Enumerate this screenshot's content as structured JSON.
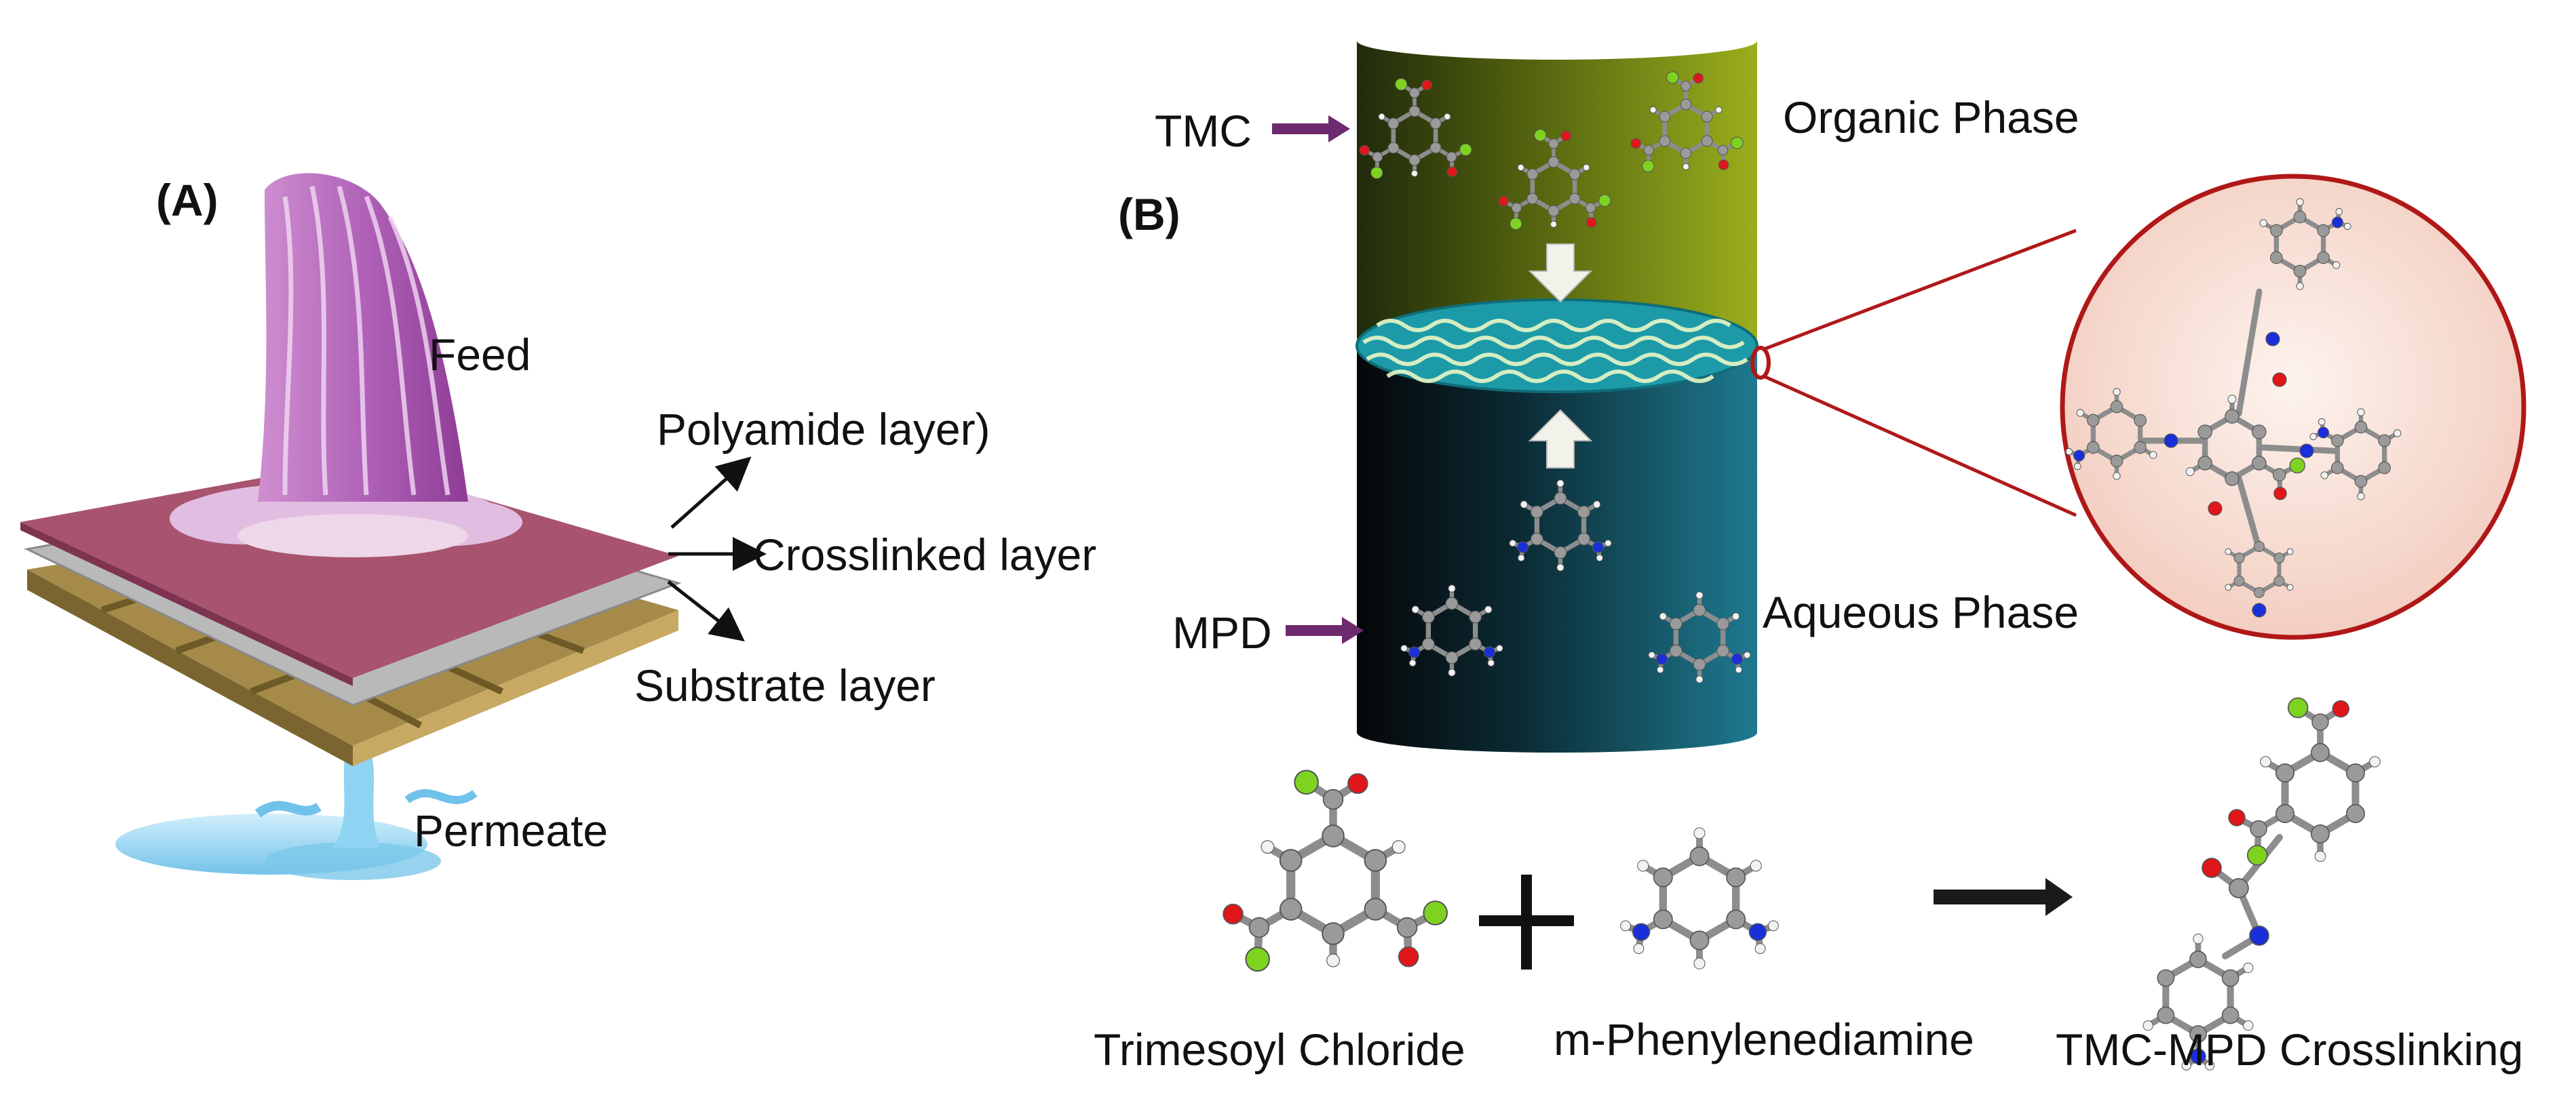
{
  "panel_a": {
    "label": "(A)",
    "feed": "Feed",
    "polyamide": "Polyamide layer)",
    "crosslinked": "Crosslinked layer",
    "substrate": "Substrate layer",
    "permeate": "Permeate"
  },
  "panel_b": {
    "label": "(B)",
    "tmc": "TMC",
    "mpd": "MPD",
    "organic": "Organic Phase",
    "aqueous": "Aqueous Phase"
  },
  "reaction": {
    "reactant1": "Trimesoyl Chloride",
    "reactant2": "m-Phenylenediamine",
    "product": "TMC-MPD Crosslinking"
  },
  "colors": {
    "membrane_top": "#a8546e",
    "organic_phase": "#8a9a18",
    "aqueous_phase": "#1a6e80",
    "oxygen": "#e0161b",
    "nitrogen": "#1b2fd8",
    "chlorine": "#7ed321",
    "carbon": "#9a9a9a",
    "hydrogen": "#f2f2f2",
    "highlight_circle": "#b01818",
    "arrow_purple": "#6e2a6e"
  }
}
